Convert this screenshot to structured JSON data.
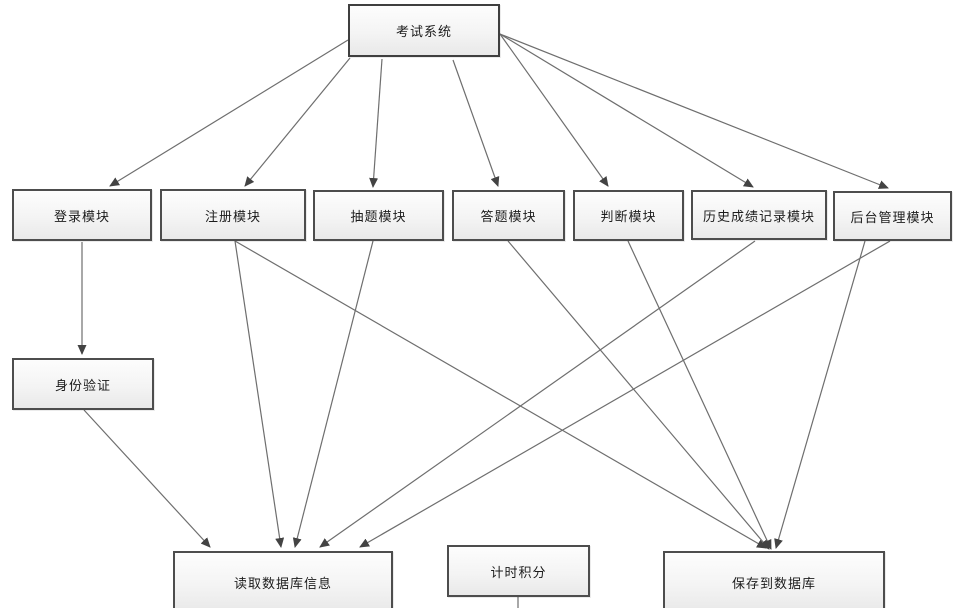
{
  "nodes": {
    "exam": {
      "label": "考试系统"
    },
    "login": {
      "label": "登录模块"
    },
    "register": {
      "label": "注册模块"
    },
    "draw": {
      "label": "抽题模块"
    },
    "answer": {
      "label": "答题模块"
    },
    "judge": {
      "label": "判断模块"
    },
    "history": {
      "label": "历史成绩记录模块"
    },
    "admin": {
      "label": "后台管理模块"
    },
    "auth": {
      "label": "身份验证"
    },
    "read": {
      "label": "读取数据库信息"
    },
    "timer": {
      "label": "计时积分"
    },
    "save": {
      "label": "保存到数据库"
    }
  },
  "edges": [
    {
      "from": "exam",
      "to": "login"
    },
    {
      "from": "exam",
      "to": "register"
    },
    {
      "from": "exam",
      "to": "draw"
    },
    {
      "from": "exam",
      "to": "answer"
    },
    {
      "from": "exam",
      "to": "judge"
    },
    {
      "from": "exam",
      "to": "history"
    },
    {
      "from": "exam",
      "to": "admin"
    },
    {
      "from": "login",
      "to": "auth"
    },
    {
      "from": "auth",
      "to": "read"
    },
    {
      "from": "register",
      "to": "read"
    },
    {
      "from": "draw",
      "to": "read"
    },
    {
      "from": "history",
      "to": "read"
    },
    {
      "from": "admin",
      "to": "read"
    },
    {
      "from": "register",
      "to": "save"
    },
    {
      "from": "answer",
      "to": "save"
    },
    {
      "from": "judge",
      "to": "save"
    },
    {
      "from": "admin",
      "to": "save"
    },
    {
      "from": "timer",
      "to": "below",
      "arrow": false
    }
  ],
  "colors": {
    "line": "#6e6e6e",
    "arrowhead": "#434343",
    "box_border": "#4d4d4d",
    "box_fill_top": "#fdfdfd",
    "box_fill_bottom": "#e9e9e9",
    "text": "#1c1c1c",
    "background": "#ffffff"
  }
}
